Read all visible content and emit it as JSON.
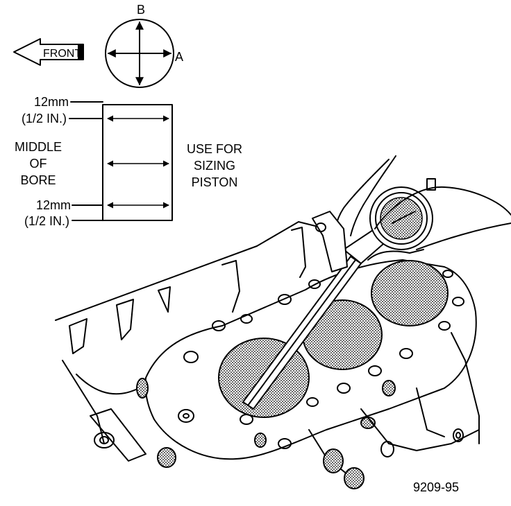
{
  "labels": {
    "front": "FRONT",
    "axis_b": "B",
    "axis_a": "A",
    "top_mm": "12mm",
    "top_in": "(1/2 IN.)",
    "middle_1": "MIDDLE",
    "middle_2": "OF",
    "middle_3": "BORE",
    "bottom_mm": "12mm",
    "bottom_in": "(1/2 IN.)",
    "use_1": "USE FOR",
    "use_2": "SIZING",
    "use_3": "PISTON",
    "figure_id": "9209-95"
  },
  "icons": {
    "front_arrow": "left-arrow-icon",
    "bore_circle": "bore-measurement-circle-icon",
    "dial_gauge": "dial-bore-gauge-icon"
  },
  "colors": {
    "ink": "#000000",
    "paper": "#ffffff"
  }
}
